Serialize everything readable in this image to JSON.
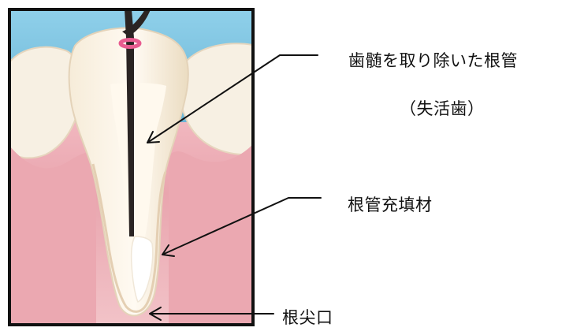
{
  "labels": {
    "root_canal": "歯髄を取り除いた根管",
    "devital": "（失活歯）",
    "filling": "根管充填材",
    "apex": "根尖口"
  },
  "colors": {
    "sky": "#72b8d9",
    "gum": "#e9a5ae",
    "gum_light": "#f6d5d9",
    "tooth": "#f4ead7",
    "tooth_shadow": "#e7d9bf",
    "canal": "#f8f0df",
    "filling": "#ffffff",
    "instrument": "#2a2423",
    "stopper": "#e85c90",
    "frame": "#111111",
    "arrow": "#111111"
  },
  "icons": {
    "instrument": "endodontic-file-icon",
    "stopper": "rubber-stop-icon"
  }
}
